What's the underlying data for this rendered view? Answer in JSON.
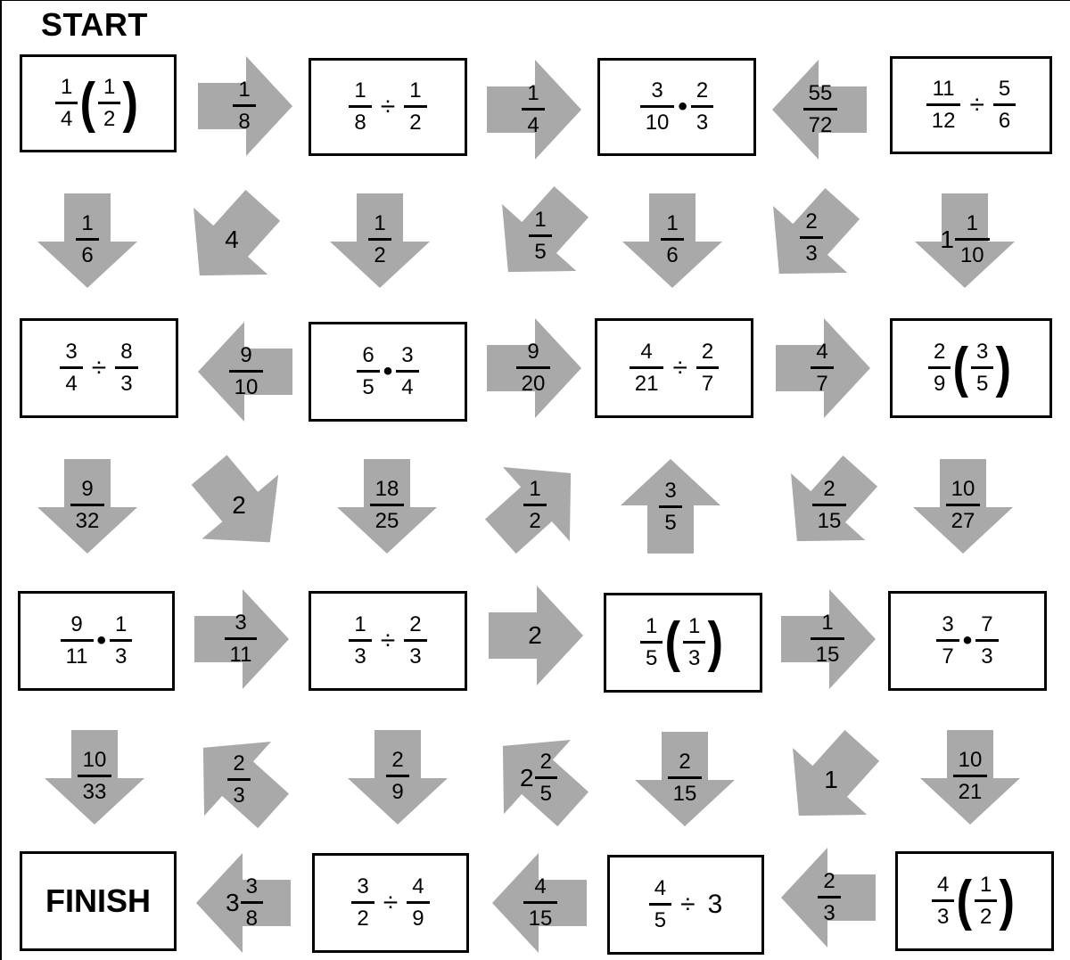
{
  "start_label": "START",
  "colors": {
    "arrow": "#a9a9a9",
    "border": "#000000"
  },
  "boxes": [
    {
      "id": "r1c1",
      "expr": {
        "type": "paren",
        "a": [
          "1",
          "4"
        ],
        "b": [
          "1",
          "2"
        ]
      }
    },
    {
      "id": "r1c2",
      "expr": {
        "type": "binop",
        "op": "÷",
        "a": [
          "1",
          "8"
        ],
        "b": [
          "1",
          "2"
        ]
      }
    },
    {
      "id": "r1c3",
      "expr": {
        "type": "binop",
        "op": "•",
        "a": [
          "3",
          "10"
        ],
        "b": [
          "2",
          "3"
        ]
      }
    },
    {
      "id": "r1c4",
      "expr": {
        "type": "binop",
        "op": "÷",
        "a": [
          "11",
          "12"
        ],
        "b": [
          "5",
          "6"
        ]
      }
    },
    {
      "id": "r2c1",
      "expr": {
        "type": "binop",
        "op": "÷",
        "a": [
          "3",
          "4"
        ],
        "b": [
          "8",
          "3"
        ]
      }
    },
    {
      "id": "r2c2",
      "expr": {
        "type": "binop",
        "op": "•",
        "a": [
          "6",
          "5"
        ],
        "b": [
          "3",
          "4"
        ]
      }
    },
    {
      "id": "r2c3",
      "expr": {
        "type": "binop",
        "op": "÷",
        "a": [
          "4",
          "21"
        ],
        "b": [
          "2",
          "7"
        ]
      }
    },
    {
      "id": "r2c4",
      "expr": {
        "type": "paren",
        "a": [
          "2",
          "9"
        ],
        "b": [
          "3",
          "5"
        ]
      }
    },
    {
      "id": "r3c1",
      "expr": {
        "type": "binop",
        "op": "•",
        "a": [
          "9",
          "11"
        ],
        "b": [
          "1",
          "3"
        ]
      }
    },
    {
      "id": "r3c2",
      "expr": {
        "type": "binop",
        "op": "÷",
        "a": [
          "1",
          "3"
        ],
        "b": [
          "2",
          "3"
        ]
      }
    },
    {
      "id": "r3c3",
      "expr": {
        "type": "paren",
        "a": [
          "1",
          "5"
        ],
        "b": [
          "1",
          "3"
        ]
      }
    },
    {
      "id": "r3c4",
      "expr": {
        "type": "binop",
        "op": "•",
        "a": [
          "3",
          "7"
        ],
        "b": [
          "7",
          "3"
        ]
      }
    },
    {
      "id": "r4c1",
      "expr": {
        "type": "text",
        "text": "FINISH"
      }
    },
    {
      "id": "r4c2",
      "expr": {
        "type": "binop",
        "op": "÷",
        "a": [
          "3",
          "2"
        ],
        "b": [
          "4",
          "9"
        ]
      }
    },
    {
      "id": "r4c3",
      "expr": {
        "type": "fracop",
        "op": "÷",
        "a": [
          "4",
          "5"
        ],
        "n": "3"
      }
    },
    {
      "id": "r4c4",
      "expr": {
        "type": "paren",
        "a": [
          "4",
          "3"
        ],
        "b": [
          "1",
          "2"
        ]
      }
    }
  ],
  "arrows": [
    {
      "id": "h1a",
      "dir": "right",
      "value": {
        "type": "frac",
        "n": "1",
        "d": "8"
      }
    },
    {
      "id": "h1b",
      "dir": "right",
      "value": {
        "type": "frac",
        "n": "1",
        "d": "4"
      }
    },
    {
      "id": "h1c",
      "dir": "left",
      "value": {
        "type": "frac",
        "n": "55",
        "d": "72"
      }
    },
    {
      "id": "v1a",
      "dir": "down",
      "value": {
        "type": "frac",
        "n": "1",
        "d": "6"
      }
    },
    {
      "id": "v1b",
      "dir": "down-left",
      "value": {
        "type": "int",
        "n": "4"
      }
    },
    {
      "id": "v1c",
      "dir": "down",
      "value": {
        "type": "frac",
        "n": "1",
        "d": "2"
      }
    },
    {
      "id": "v1d",
      "dir": "down-left",
      "value": {
        "type": "frac",
        "n": "1",
        "d": "5"
      }
    },
    {
      "id": "v1e",
      "dir": "down",
      "value": {
        "type": "frac",
        "n": "1",
        "d": "6"
      }
    },
    {
      "id": "v1f",
      "dir": "down-left",
      "value": {
        "type": "frac",
        "n": "2",
        "d": "3"
      }
    },
    {
      "id": "v1g",
      "dir": "down",
      "value": {
        "type": "mixed",
        "w": "1",
        "n": "1",
        "d": "10"
      }
    },
    {
      "id": "h2a",
      "dir": "left",
      "value": {
        "type": "frac",
        "n": "9",
        "d": "10"
      }
    },
    {
      "id": "h2b",
      "dir": "right",
      "value": {
        "type": "frac",
        "n": "9",
        "d": "20"
      }
    },
    {
      "id": "h2c",
      "dir": "right",
      "value": {
        "type": "frac",
        "n": "4",
        "d": "7"
      }
    },
    {
      "id": "v2a",
      "dir": "down",
      "value": {
        "type": "frac",
        "n": "9",
        "d": "32"
      }
    },
    {
      "id": "v2b",
      "dir": "down-right",
      "value": {
        "type": "int",
        "n": "2"
      }
    },
    {
      "id": "v2c",
      "dir": "down",
      "value": {
        "type": "frac",
        "n": "18",
        "d": "25"
      }
    },
    {
      "id": "v2d",
      "dir": "up-right",
      "value": {
        "type": "frac",
        "n": "1",
        "d": "2"
      }
    },
    {
      "id": "v2e",
      "dir": "up",
      "value": {
        "type": "frac",
        "n": "3",
        "d": "5"
      }
    },
    {
      "id": "v2f",
      "dir": "down-left",
      "value": {
        "type": "frac",
        "n": "2",
        "d": "15"
      }
    },
    {
      "id": "v2g",
      "dir": "down",
      "value": {
        "type": "frac",
        "n": "10",
        "d": "27"
      }
    },
    {
      "id": "h3a",
      "dir": "right",
      "value": {
        "type": "frac",
        "n": "3",
        "d": "11"
      }
    },
    {
      "id": "h3b",
      "dir": "right",
      "value": {
        "type": "int",
        "n": "2"
      }
    },
    {
      "id": "h3c",
      "dir": "right",
      "value": {
        "type": "frac",
        "n": "1",
        "d": "15"
      }
    },
    {
      "id": "v3a",
      "dir": "down",
      "value": {
        "type": "frac",
        "n": "10",
        "d": "33"
      }
    },
    {
      "id": "v3b",
      "dir": "up-left",
      "value": {
        "type": "frac",
        "n": "2",
        "d": "3"
      }
    },
    {
      "id": "v3c",
      "dir": "down",
      "value": {
        "type": "frac",
        "n": "2",
        "d": "9"
      }
    },
    {
      "id": "v3d",
      "dir": "up-left",
      "value": {
        "type": "mixed",
        "w": "2",
        "n": "2",
        "d": "5"
      }
    },
    {
      "id": "v3e",
      "dir": "down",
      "value": {
        "type": "frac",
        "n": "2",
        "d": "15"
      }
    },
    {
      "id": "v3f",
      "dir": "down-left",
      "value": {
        "type": "int",
        "n": "1"
      }
    },
    {
      "id": "v3g",
      "dir": "down",
      "value": {
        "type": "frac",
        "n": "10",
        "d": "21"
      }
    },
    {
      "id": "h4a",
      "dir": "left",
      "value": {
        "type": "mixed",
        "w": "3",
        "n": "3",
        "d": "8"
      }
    },
    {
      "id": "h4b",
      "dir": "left",
      "value": {
        "type": "frac",
        "n": "4",
        "d": "15"
      }
    },
    {
      "id": "h4c",
      "dir": "left",
      "value": {
        "type": "frac",
        "n": "2",
        "d": "3"
      }
    }
  ]
}
